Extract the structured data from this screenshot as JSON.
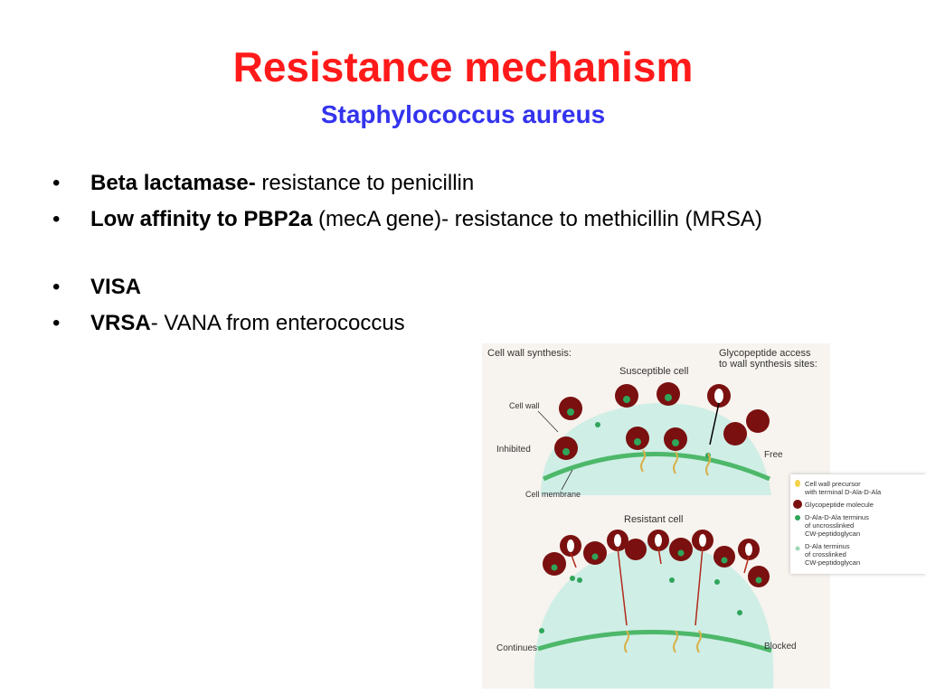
{
  "slide": {
    "title": "Resistance mechanism",
    "subtitle": "Staphylococcus aureus",
    "bullets": [
      {
        "bold": "Beta lactamase-",
        "text": " resistance to penicillin"
      },
      {
        "bold": "Low affinity to PBP2a",
        "text": " (mecA gene)- resistance to methicillin (MRSA)"
      },
      {
        "bold": "VISA",
        "text": ""
      },
      {
        "bold": "VRSA",
        "text": "- VANA from enterococcus"
      }
    ]
  },
  "figure": {
    "header_left": "Cell wall synthesis:",
    "header_right_1": "Glycopeptide access",
    "header_right_2": "to wall synthesis sites:",
    "susceptible": "Susceptible cell",
    "resistant": "Resistant cell",
    "cell_wall": "Cell wall",
    "inhibited": "Inhibited",
    "free": "Free",
    "cell_membrane": "Cell membrane",
    "continues": "Continues",
    "blocked": "Blocked",
    "colors": {
      "cytoplasm": "#cfeee6",
      "membrane": "#4db86a",
      "glycopeptide": "#7a1010",
      "terminus": "#2fa55a",
      "arrow_red": "#b22a1a"
    }
  },
  "legend": {
    "item1_a": "Cell wall precursor",
    "item1_b": "with terminal D-Ala-D-Ala",
    "item2": "Glycopeptide molecule",
    "item3_a": "D-Ala-D-Ala terminus",
    "item3_b": "of uncrosslinked",
    "item3_c": "CW-peptidoglycan",
    "item4_a": "D-Ala terminus",
    "item4_b": "of crosslinked",
    "item4_c": "CW-peptidoglycan"
  }
}
